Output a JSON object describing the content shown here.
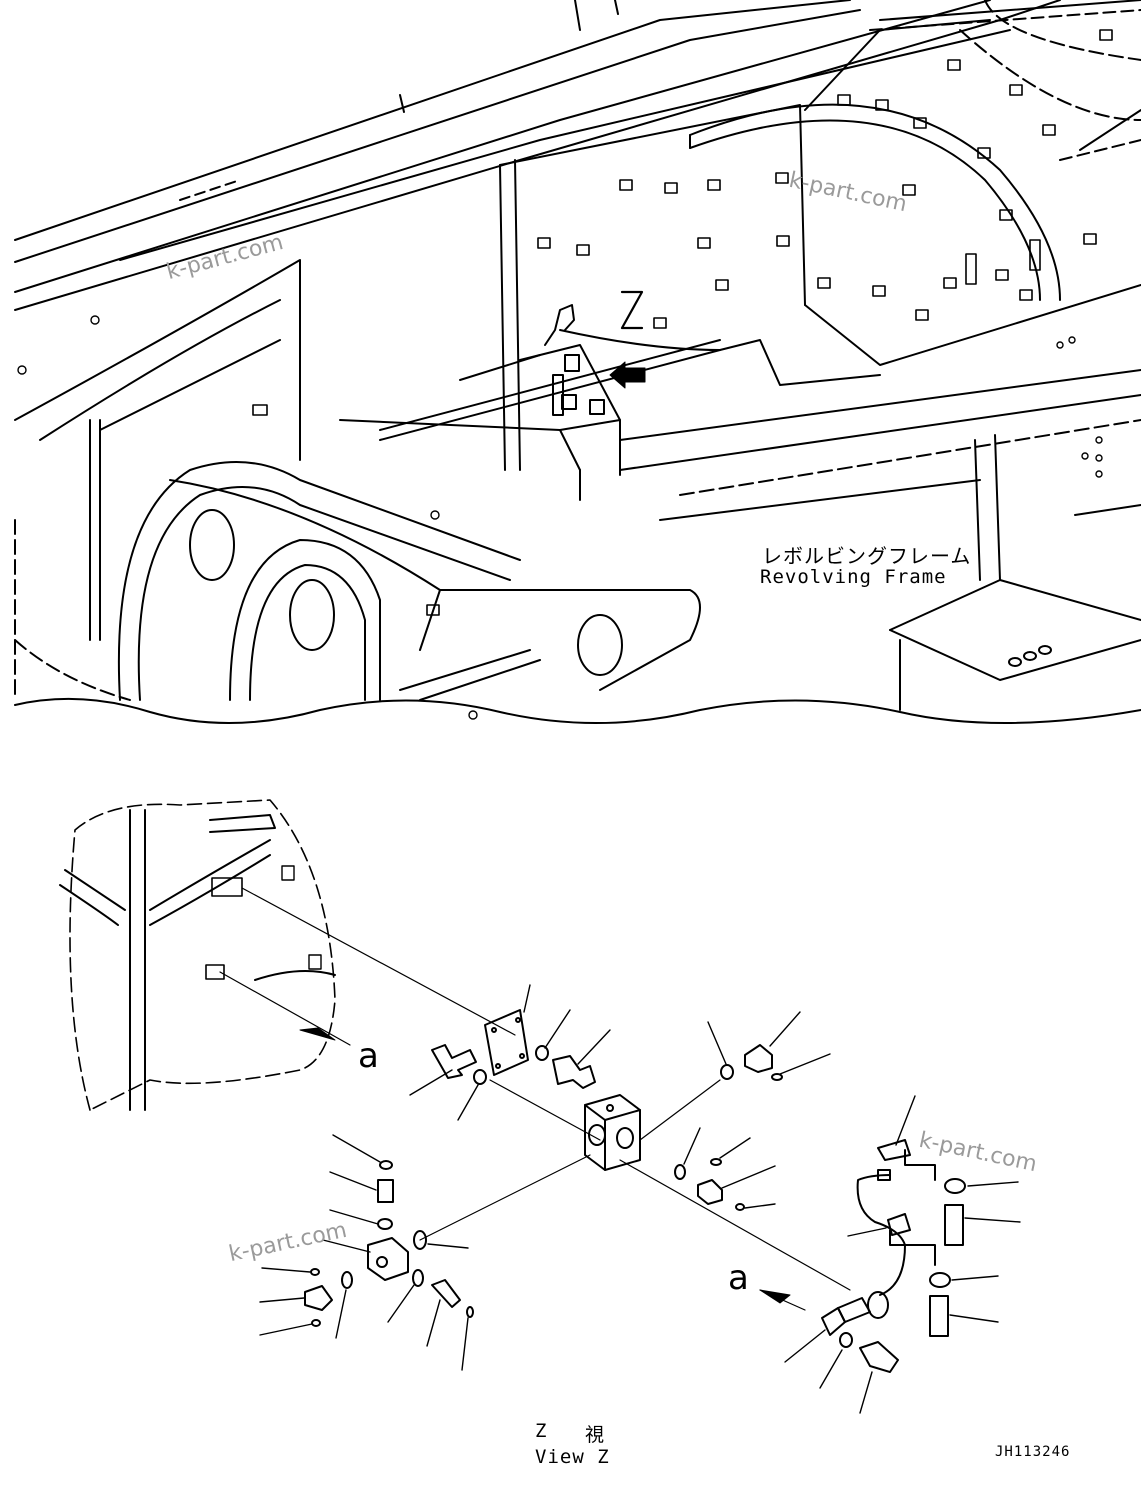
{
  "labels": {
    "callout_z": "Z",
    "frame_jp": "レボルビングフレーム",
    "frame_en": "Revolving Frame",
    "detail_a_left": "a",
    "detail_a_right": "a",
    "view_jp_z": "Z",
    "view_jp_char": "視",
    "view_en": "View Z",
    "drawing_no": "JH113246"
  },
  "watermarks": [
    "k-part.com",
    "k-part.com",
    "k-part.com",
    "k-part.com"
  ]
}
